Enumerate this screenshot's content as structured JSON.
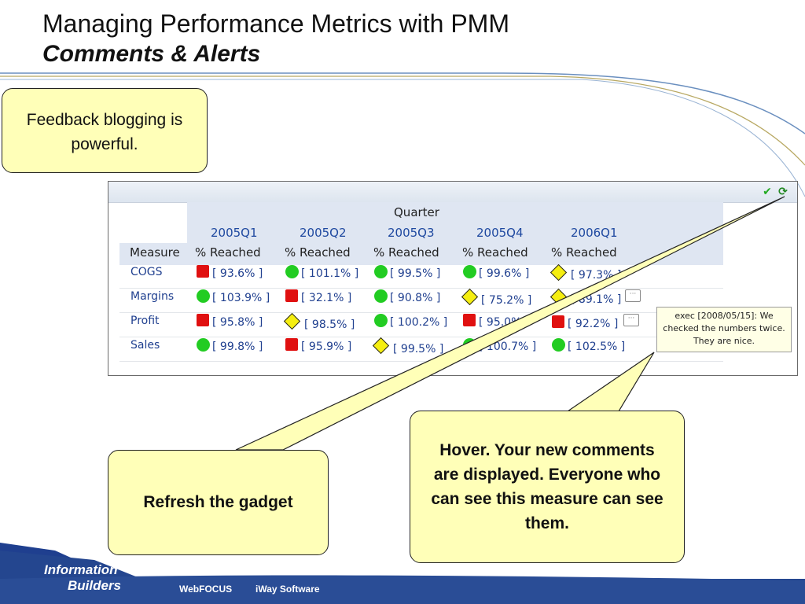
{
  "slide": {
    "title_line1": "Managing Performance Metrics with PMM",
    "title_line2": "Comments & Alerts"
  },
  "callouts": {
    "feedback": "Feedback blogging is powerful.",
    "refresh": "Refresh the gadget",
    "hover": "Hover. Your new comments are displayed. Everyone who can see this measure can see them."
  },
  "gadget": {
    "group_header": "Quarter",
    "measure_header": "Measure",
    "quarters": [
      "2005Q1",
      "2005Q2",
      "2005Q3",
      "2005Q4",
      "2006Q1"
    ],
    "metric_label": "% Reached",
    "rows": [
      {
        "measure": "COGS",
        "cells": [
          {
            "status": "red-square",
            "value": "[ 93.6% ]"
          },
          {
            "status": "green-circle",
            "value": "[ 101.1% ]"
          },
          {
            "status": "green-circle",
            "value": "[ 99.5% ]"
          },
          {
            "status": "green-circle",
            "value": "[ 99.6% ]"
          },
          {
            "status": "yellow-diamond",
            "value": "[ 97.3% ]"
          }
        ]
      },
      {
        "measure": "Margins",
        "cells": [
          {
            "status": "green-circle",
            "value": "[ 103.9% ]"
          },
          {
            "status": "red-square",
            "value": "[ 32.1% ]"
          },
          {
            "status": "green-circle",
            "value": "[ 90.8% ]"
          },
          {
            "status": "yellow-diamond",
            "value": "[ 75.2% ]"
          },
          {
            "status": "yellow-diamond",
            "value": "[ 89.1% ]"
          }
        ]
      },
      {
        "measure": "Profit",
        "cells": [
          {
            "status": "red-square",
            "value": "[ 95.8% ]"
          },
          {
            "status": "yellow-diamond",
            "value": "[ 98.5% ]"
          },
          {
            "status": "green-circle",
            "value": "[ 100.2% ]"
          },
          {
            "status": "red-square",
            "value": "[ 95.0% ]"
          },
          {
            "status": "red-square",
            "value": "[ 92.2% ]"
          }
        ]
      },
      {
        "measure": "Sales",
        "cells": [
          {
            "status": "green-circle",
            "value": "[ 99.8% ]"
          },
          {
            "status": "red-square",
            "value": "[ 95.9% ]"
          },
          {
            "status": "yellow-diamond",
            "value": "[ 99.5% ]"
          },
          {
            "status": "green-circle",
            "value": "[ 100.7% ]"
          },
          {
            "status": "green-circle",
            "value": "[ 102.5% ]"
          }
        ]
      }
    ],
    "tooltip": "exec [2008/05/15]: We checked the numbers twice. They are nice.",
    "icons": [
      "check-icon",
      "refresh-icon",
      "comment-icon"
    ]
  },
  "footer": {
    "logo_line1": "Information",
    "logo_line2": "Builders",
    "product1": "WebFOCUS",
    "product2": "iWay Software"
  },
  "colors": {
    "callout_bg": "#ffffb8",
    "status_red": "#e01010",
    "status_green": "#22cc22",
    "status_yellow": "#f5ee10",
    "link_blue": "#1f3f8f",
    "footer_blue": "#1f3f8f"
  }
}
